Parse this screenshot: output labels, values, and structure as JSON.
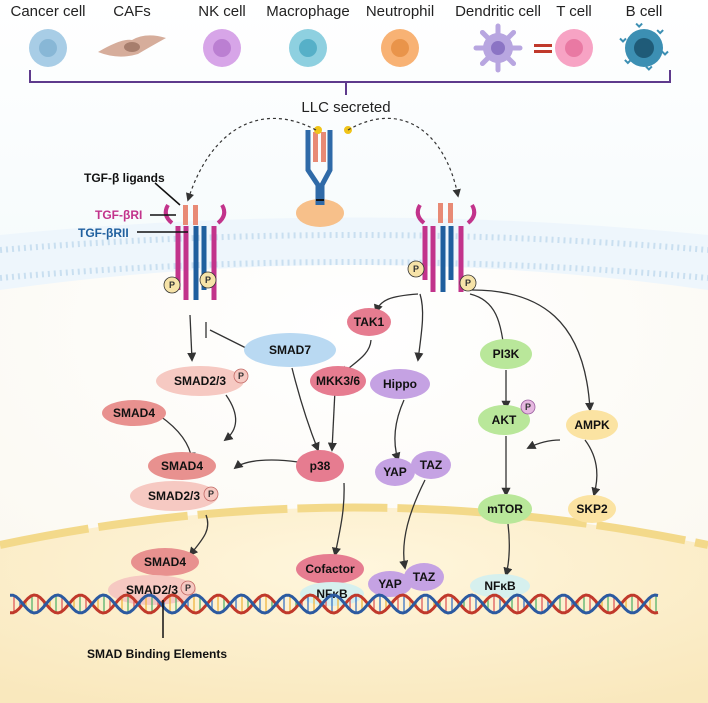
{
  "cell_types": [
    {
      "label": "Cancer cell",
      "icon": "cancer-cell-icon"
    },
    {
      "label": "CAFs",
      "icon": "caf-cell-icon"
    },
    {
      "label": "NK cell",
      "icon": "nk-cell-icon"
    },
    {
      "label": "Macrophage",
      "icon": "macrophage-icon"
    },
    {
      "label": "Neutrophil",
      "icon": "neutrophil-icon"
    },
    {
      "label": "Dendritic cell",
      "icon": "dendritic-cell-icon"
    },
    {
      "label": "T cell",
      "icon": "t-cell-icon"
    },
    {
      "label": "B cell",
      "icon": "b-cell-icon"
    }
  ],
  "secreted_label": "LLC secreted",
  "receptor_labels": {
    "ligands": "TGF-β ligands",
    "type1": "TGF-βRI",
    "type2": "TGF-βRII",
    "phospho": "P"
  },
  "nodes": {
    "smad7": "SMAD7",
    "smad23_a": "SMAD2/3",
    "smad4_a": "SMAD4",
    "smad4_b": "SMAD4",
    "smad23_b": "SMAD2/3",
    "smad4_c": "SMAD4",
    "smad23_c": "SMAD2/3",
    "tak1": "TAK1",
    "mkk": "MKK3/6",
    "p38": "p38",
    "cofactor": "Cofactor",
    "nfkb_a": "NFκB",
    "hippo": "Hippo",
    "yap_a": "YAP",
    "taz_a": "TAZ",
    "yap_b": "YAP",
    "taz_b": "TAZ",
    "pi3k": "PI3K",
    "akt": "AKT",
    "mtor": "mTOR",
    "nfkb_b": "NFκB",
    "ampk": "AMPK",
    "skp2": "SKP2"
  },
  "binding_elements_label": "SMAD Binding Elements",
  "colors": {
    "tme_bracket": "#5e3a8c",
    "smad": "#e8918f",
    "smad_light": "#f6c9c2",
    "smad7": "#b9d9f2",
    "mapk": "#e67c90",
    "hippo": "#c5a2e3",
    "pi3k": "#b9e79a",
    "nfkb": "#d6f0ee",
    "ampk": "#fbe3a2",
    "tgfbri": "#c2338b",
    "tgfbrii": "#1f5f9e",
    "ligand": "#e88a75"
  }
}
